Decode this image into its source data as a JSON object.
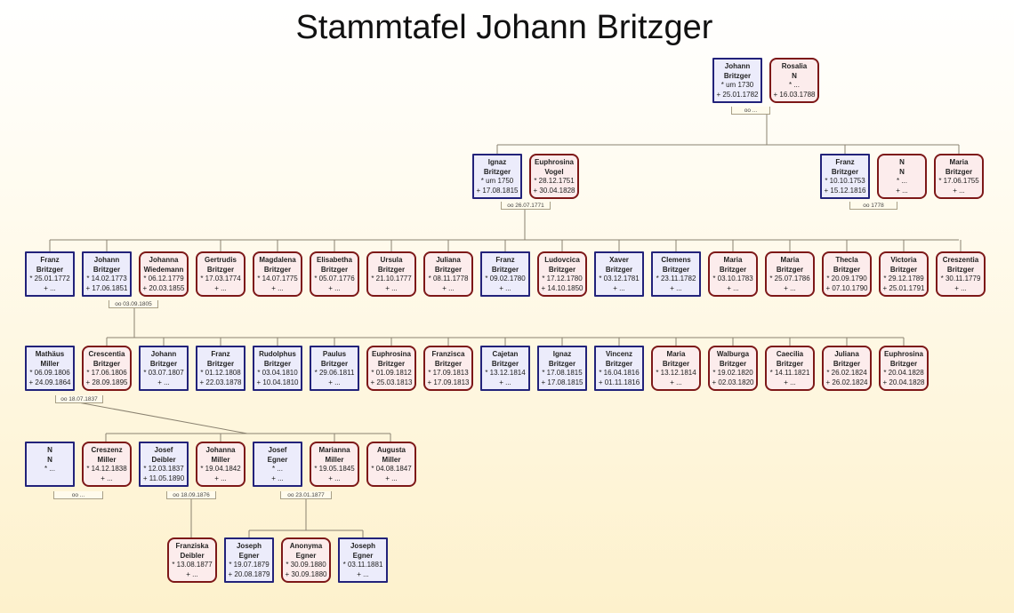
{
  "title": "Stammtafel Johann Britzger",
  "colors": {
    "male_border": "#22227a",
    "male_fill": "#ececfb",
    "female_border": "#7d1818",
    "female_fill": "#fcecec",
    "line": "#8a8270"
  },
  "generations": [
    {
      "people": [
        {
          "sex": "m",
          "first": "Johann",
          "last": "Britzger",
          "born": "* um 1730",
          "died": "+ 25.01.1782"
        },
        {
          "sex": "f",
          "first": "Rosalia",
          "last": "N",
          "born": "* ...",
          "died": "+ 16.03.1788"
        }
      ]
    },
    {
      "people": [
        {
          "sex": "m",
          "first": "Ignaz",
          "last": "Britzger",
          "born": "* um 1750",
          "died": "+ 17.08.1815"
        },
        {
          "sex": "f",
          "first": "Euphrosina",
          "last": "Vogel",
          "born": "* 28.12.1751",
          "died": "+ 30.04.1828"
        },
        {
          "sex": "m",
          "first": "Franz",
          "last": "Britzger",
          "born": "* 10.10.1753",
          "died": "+ 15.12.1816"
        },
        {
          "sex": "f",
          "first": "N",
          "last": "N",
          "born": "* ...",
          "died": "+ ..."
        },
        {
          "sex": "f",
          "first": "Maria",
          "last": "Britzger",
          "born": "* 17.06.1755",
          "died": "+ ..."
        }
      ]
    },
    {
      "people": [
        {
          "sex": "m",
          "first": "Franz",
          "last": "Britzger",
          "born": "* 25.01.1772",
          "died": "+ ..."
        },
        {
          "sex": "m",
          "first": "Johann",
          "last": "Britzger",
          "born": "* 14.02.1773",
          "died": "+ 17.06.1851"
        },
        {
          "sex": "f",
          "first": "Johanna",
          "last": "Wiedemann",
          "born": "* 06.12.1779",
          "died": "+ 20.03.1855"
        },
        {
          "sex": "f",
          "first": "Gertrudis",
          "last": "Britzger",
          "born": "* 17.03.1774",
          "died": "+ ..."
        },
        {
          "sex": "f",
          "first": "Magdalena",
          "last": "Britzger",
          "born": "* 14.07.1775",
          "died": "+ ..."
        },
        {
          "sex": "f",
          "first": "Elisabetha",
          "last": "Britzger",
          "born": "* 05.07.1776",
          "died": "+ ..."
        },
        {
          "sex": "f",
          "first": "Ursula",
          "last": "Britzger",
          "born": "* 21.10.1777",
          "died": "+ ..."
        },
        {
          "sex": "f",
          "first": "Juliana",
          "last": "Britzger",
          "born": "* 08.11.1778",
          "died": "+ ..."
        },
        {
          "sex": "m",
          "first": "Franz",
          "last": "Britzger",
          "born": "* 09.02.1780",
          "died": "+ ..."
        },
        {
          "sex": "f",
          "first": "Ludovcica",
          "last": "Britzger",
          "born": "* 17.12.1780",
          "died": "+ 14.10.1850"
        },
        {
          "sex": "m",
          "first": "Xaver",
          "last": "Britzger",
          "born": "* 03.12.1781",
          "died": "+ ..."
        },
        {
          "sex": "m",
          "first": "Clemens",
          "last": "Britzger",
          "born": "* 23.11.1782",
          "died": "+ ..."
        },
        {
          "sex": "f",
          "first": "Maria",
          "last": "Britzger",
          "born": "* 03.10.1783",
          "died": "+ ..."
        },
        {
          "sex": "f",
          "first": "Maria",
          "last": "Britzger",
          "born": "* 25.07.1786",
          "died": "+ ..."
        },
        {
          "sex": "f",
          "first": "Thecla",
          "last": "Britzger",
          "born": "* 20.09.1790",
          "died": "+ 07.10.1790"
        },
        {
          "sex": "f",
          "first": "Victoria",
          "last": "Britzger",
          "born": "* 29.12.1789",
          "died": "+ 25.01.1791"
        },
        {
          "sex": "f",
          "first": "Creszentia",
          "last": "Britzger",
          "born": "* 30.11.1779",
          "died": "+ ..."
        }
      ]
    },
    {
      "people": [
        {
          "sex": "m",
          "first": "Mathäus",
          "last": "Miller",
          "born": "* 06.09.1806",
          "died": "+ 24.09.1864"
        },
        {
          "sex": "f",
          "first": "Crescentia",
          "last": "Britzger",
          "born": "* 17.06.1806",
          "died": "+ 28.09.1895"
        },
        {
          "sex": "m",
          "first": "Johann",
          "last": "Britzger",
          "born": "* 03.07.1807",
          "died": "+ ..."
        },
        {
          "sex": "m",
          "first": "Franz",
          "last": "Britzger",
          "born": "* 01.12.1808",
          "died": "+ 22.03.1878"
        },
        {
          "sex": "m",
          "first": "Rudolphus",
          "last": "Britzger",
          "born": "* 03.04.1810",
          "died": "+ 10.04.1810"
        },
        {
          "sex": "m",
          "first": "Paulus",
          "last": "Britzger",
          "born": "* 29.06.1811",
          "died": "+ ..."
        },
        {
          "sex": "f",
          "first": "Euphrosina",
          "last": "Britzger",
          "born": "* 01.09.1812",
          "died": "+ 25.03.1813"
        },
        {
          "sex": "f",
          "first": "Franzisca",
          "last": "Britzger",
          "born": "* 17.09.1813",
          "died": "+ 17.09.1813"
        },
        {
          "sex": "m",
          "first": "Cajetan",
          "last": "Britzger",
          "born": "* 13.12.1814",
          "died": "+ ..."
        },
        {
          "sex": "m",
          "first": "Ignaz",
          "last": "Britzger",
          "born": "* 17.08.1815",
          "died": "+ 17.08.1815"
        },
        {
          "sex": "m",
          "first": "Vincenz",
          "last": "Britzger",
          "born": "* 16.04.1816",
          "died": "+ 01.11.1816"
        },
        {
          "sex": "f",
          "first": "Maria",
          "last": "Britzger",
          "born": "* 13.12.1814",
          "died": "+ ..."
        },
        {
          "sex": "f",
          "first": "Walburga",
          "last": "Britzger",
          "born": "* 19.02.1820",
          "died": "+ 02.03.1820"
        },
        {
          "sex": "f",
          "first": "Caecilia",
          "last": "Britzger",
          "born": "* 14.11.1821",
          "died": "+ ..."
        },
        {
          "sex": "f",
          "first": "Juliana",
          "last": "Britzger",
          "born": "* 26.02.1824",
          "died": "+ 26.02.1824"
        },
        {
          "sex": "f",
          "first": "Euphrosina",
          "last": "Britzger",
          "born": "* 20.04.1828",
          "died": "+ 20.04.1828"
        }
      ]
    },
    {
      "people": [
        {
          "sex": "m",
          "first": "N",
          "last": "N",
          "born": "* ...",
          "died": ""
        },
        {
          "sex": "f",
          "first": "Creszenz",
          "last": "Miller",
          "born": "* 14.12.1838",
          "died": "+ ..."
        },
        {
          "sex": "m",
          "first": "Josef",
          "last": "Deibler",
          "born": "* 12.03.1837",
          "died": "+ 11.05.1890"
        },
        {
          "sex": "f",
          "first": "Johanna",
          "last": "Miller",
          "born": "* 19.04.1842",
          "died": "+ ..."
        },
        {
          "sex": "m",
          "first": "Josef",
          "last": "Egner",
          "born": "* ...",
          "died": "+ ..."
        },
        {
          "sex": "f",
          "first": "Marianna",
          "last": "Miller",
          "born": "* 19.05.1845",
          "died": "+ ..."
        },
        {
          "sex": "f",
          "first": "Augusta",
          "last": "Miller",
          "born": "* 04.08.1847",
          "died": "+ ..."
        }
      ]
    },
    {
      "people": [
        {
          "sex": "f",
          "first": "Franziska",
          "last": "Deibler",
          "born": "* 13.08.1877",
          "died": "+ ..."
        },
        {
          "sex": "m",
          "first": "Joseph",
          "last": "Egner",
          "born": "* 19.07.1879",
          "died": "+ 20.08.1879"
        },
        {
          "sex": "f",
          "first": "Anonyma",
          "last": "Egner",
          "born": "* 30.09.1880",
          "died": "+ 30.09.1880"
        },
        {
          "sex": "m",
          "first": "Joseph",
          "last": "Egner",
          "born": "* 03.11.1881",
          "died": "+ ..."
        }
      ]
    }
  ],
  "marriages": [
    {
      "label": "oo ..."
    },
    {
      "label": "oo 26.07.1771"
    },
    {
      "label": "oo 1778"
    },
    {
      "label": "oo 03.09.1805"
    },
    {
      "label": "oo 18.07.1837"
    },
    {
      "label": "oo ..."
    },
    {
      "label": "oo 18.09.1876"
    },
    {
      "label": "oo 23.01.1877"
    }
  ]
}
